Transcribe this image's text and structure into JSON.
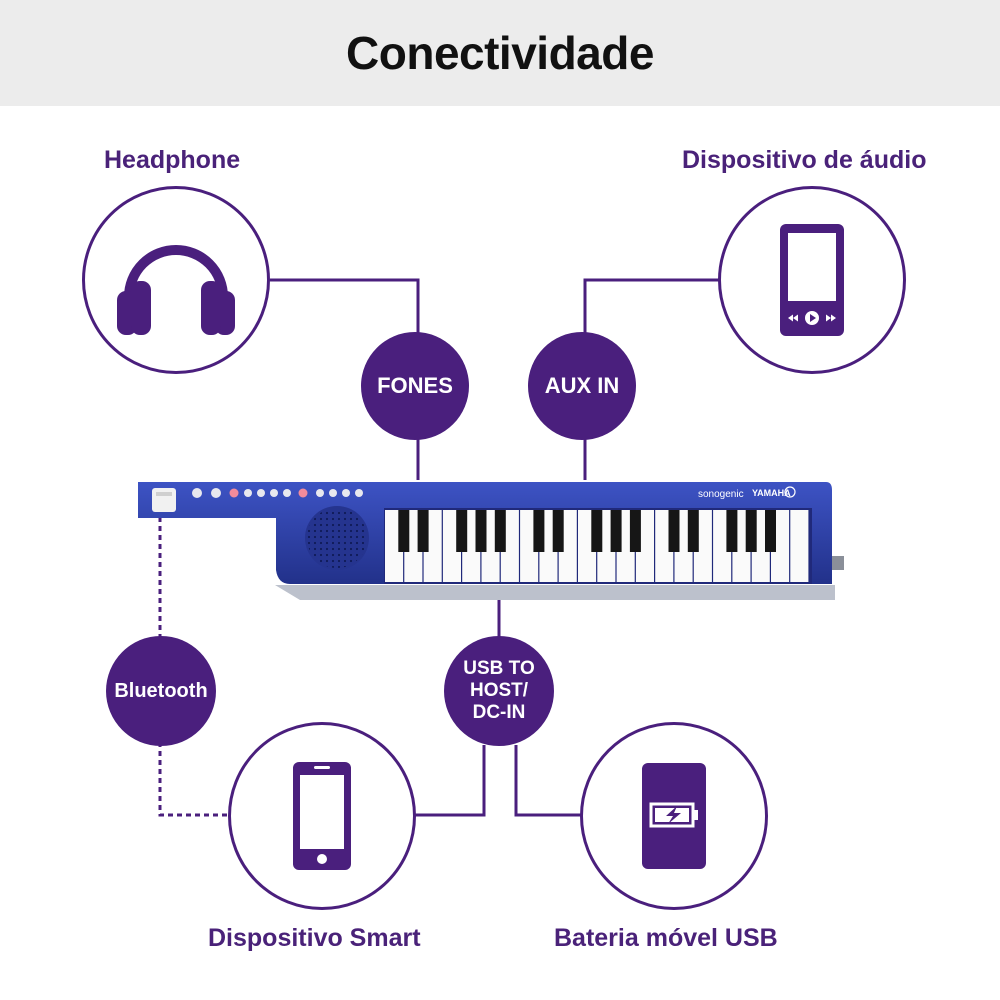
{
  "header": {
    "title": "Conectividade"
  },
  "labels": {
    "headphone": "Headphone",
    "audio_device": "Dispositivo de áudio",
    "smart_device": "Dispositivo Smart",
    "usb_battery": "Bateria móvel USB"
  },
  "ports": {
    "fones": "FONES",
    "aux_in": "AUX IN",
    "bluetooth": "Bluetooth",
    "usb": "USB TO\nHOST/\nDC-IN"
  },
  "keyboard": {
    "brand": "YAMAHA",
    "model": "sonogenic"
  },
  "icons": {
    "headphone": "headphones-icon",
    "audio_device": "music-player-icon",
    "smart_device": "smartphone-icon",
    "usb_battery": "battery-charging-icon"
  },
  "colors": {
    "accent": "#4a1f7d",
    "label": "#4a2279",
    "keyboard_body": "#2e3f9e",
    "header_bg": "#ececec"
  }
}
